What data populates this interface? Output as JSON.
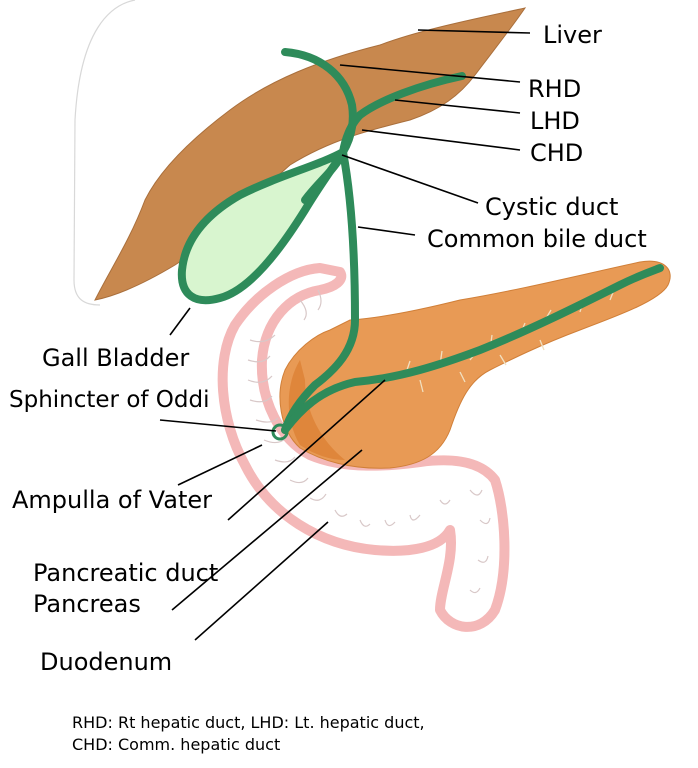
{
  "labels": {
    "liver": "Liver",
    "rhd": "RHD",
    "lhd": "LHD",
    "chd": "CHD",
    "cystic_duct": "Cystic duct",
    "common_bile_duct": "Common bile duct",
    "gall_bladder": "Gall Bladder",
    "sphincter_of_oddi": "Sphincter of Oddi",
    "ampulla_of_vater": "Ampulla of Vater",
    "pancreatic_duct": "Pancreatic duct",
    "pancreas": "Pancreas",
    "duodenum": "Duodenum"
  },
  "legend": {
    "line1": "RHD: Rt hepatic duct, LHD: Lt. hepatic duct,",
    "line2": "CHD: Comm. hepatic duct"
  },
  "colors": {
    "liver": "#c8884e",
    "pancreas": "#e89a55",
    "duct": "#2e8b5a",
    "gall_bladder_fill": "#d8f5cf",
    "duodenum_outline": "#f4b8b8"
  }
}
